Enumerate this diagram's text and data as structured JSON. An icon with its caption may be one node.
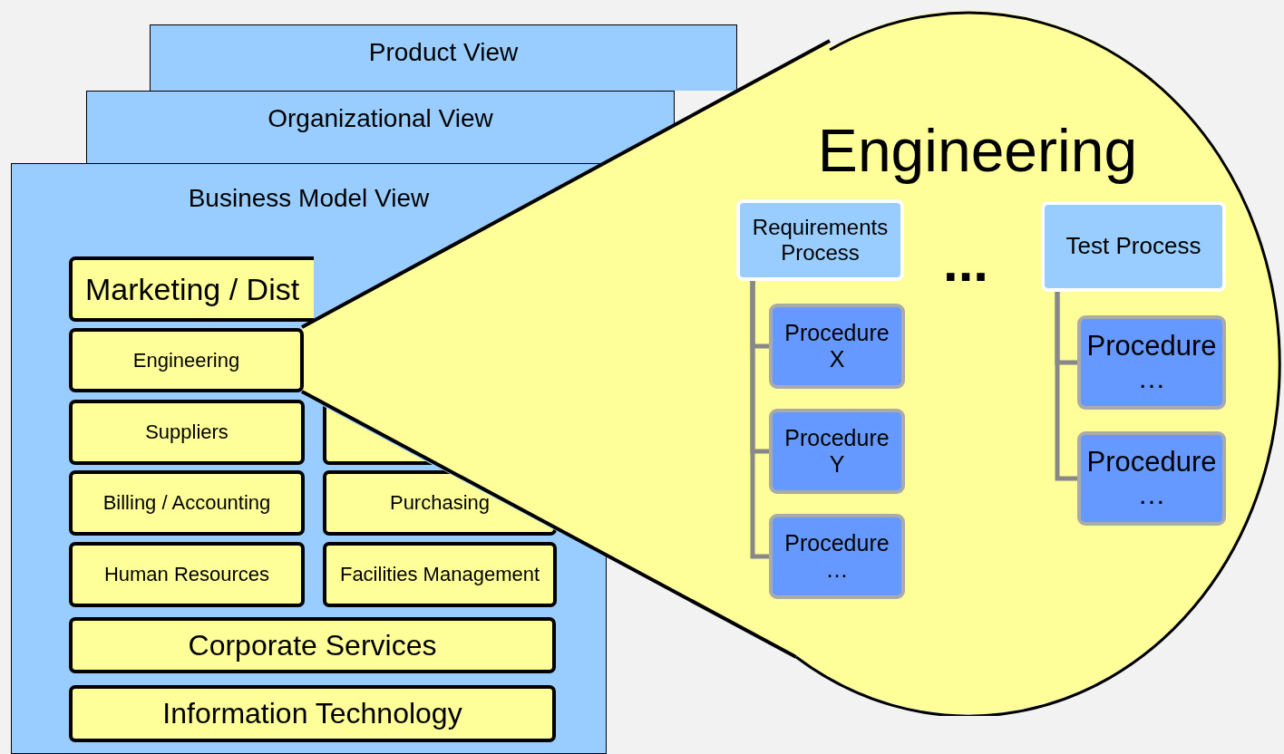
{
  "diagram": {
    "nodes": [
      {
        "text": [
          "Product View"
        ]
      },
      {
        "text": [
          "Organizational View"
        ]
      },
      {
        "text": [
          "Business Model View"
        ]
      },
      {
        "text": [
          "Marketing / Dist"
        ],
        "in": 2
      },
      {
        "text": [
          "Engineering"
        ],
        "in": 2
      },
      {
        "text": [
          "Suppliers"
        ],
        "in": 2
      },
      {
        "text": [],
        "shape": "box",
        "in": 2
      },
      {
        "text": [
          "Billing / Accounting"
        ],
        "in": 2
      },
      {
        "text": [
          "Purchasing"
        ],
        "in": 2
      },
      {
        "text": [
          "Human Resources"
        ],
        "in": 2
      },
      {
        "text": [
          "Facilities Management"
        ],
        "in": 2
      },
      {
        "text": [
          "Corporate Services"
        ],
        "in": 2
      },
      {
        "text": [
          "Information Technology"
        ],
        "in": 2
      },
      {
        "text": [
          "Engineering"
        ]
      },
      {
        "text": [
          "Requirements Process"
        ],
        "in": 13
      },
      {
        "text": [
          "Procedure X"
        ],
        "in": 13
      },
      {
        "text": [
          "Procedure Y"
        ],
        "in": 13
      },
      {
        "text": [
          "Procedure …"
        ],
        "in": 13
      },
      {
        "text": [
          "Test Process"
        ],
        "in": 13
      },
      {
        "text": [
          "Procedure …"
        ],
        "in": 13
      },
      {
        "text": [
          "Procedure …"
        ],
        "in": 13
      }
    ],
    "edges": [
      {
        "from": 14,
        "to": 15,
        "arrow": "none"
      },
      {
        "from": 14,
        "to": 16,
        "arrow": "none"
      },
      {
        "from": 14,
        "to": 17,
        "arrow": "none"
      },
      {
        "from": 18,
        "to": 19,
        "arrow": "none"
      },
      {
        "from": 18,
        "to": 20,
        "arrow": "none"
      }
    ],
    "labels": [
      "..."
    ]
  }
}
